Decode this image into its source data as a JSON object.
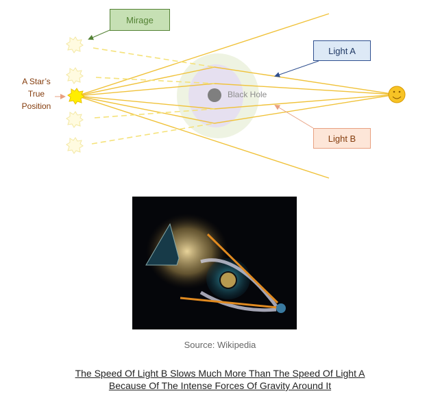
{
  "diagram": {
    "mirage_label": "Mirage",
    "light_a_label": "Light A",
    "light_b_label": "Light B",
    "black_hole_label": "Black Hole",
    "true_position_lines": [
      "A Star’s",
      "True",
      "Position"
    ]
  },
  "photo": {
    "source": "Source: Wikipedia"
  },
  "caption": {
    "line1": "The Speed Of Light B Slows Much More Than The Speed Of Light A",
    "line2": "Because Of The Intense Forces Of Gravity Around It"
  },
  "colors": {
    "ray": "#f2c230",
    "mirage_fill": "#c6e0b4",
    "light_a_fill": "#dde9f6",
    "light_b_fill": "#fde6d8"
  }
}
